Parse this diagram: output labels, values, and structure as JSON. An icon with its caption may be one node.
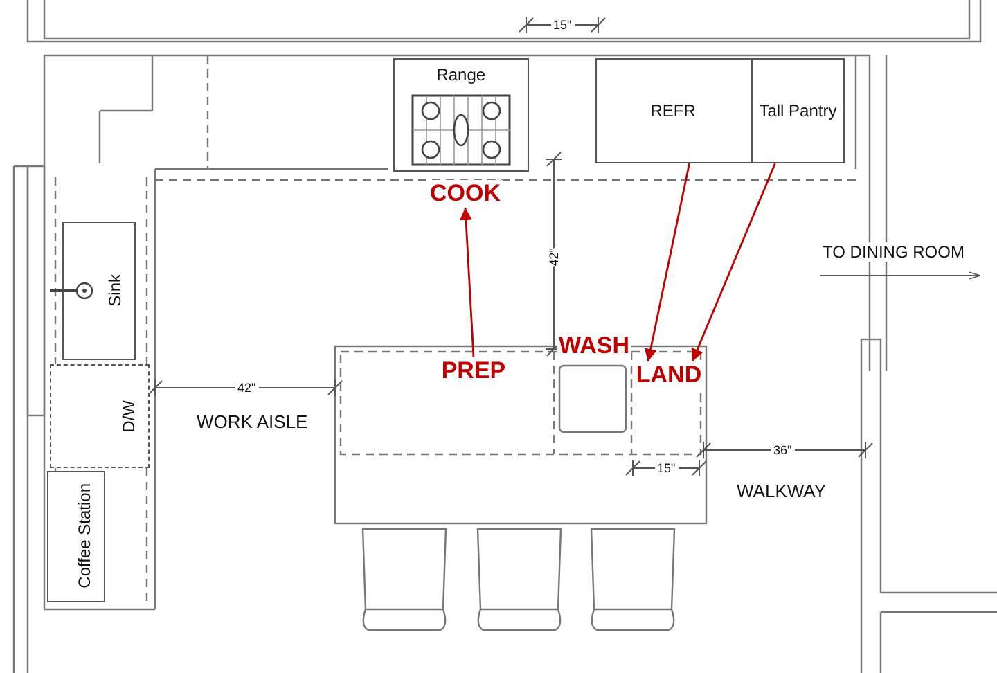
{
  "diagram": {
    "nodes": [
      {
        "text": [
          "Range"
        ]
      },
      {
        "text": [
          "REFR"
        ]
      },
      {
        "text": [
          "Tall Pantry"
        ]
      },
      {
        "text": [
          "COOK"
        ]
      },
      {
        "text": [
          "Sink"
        ]
      },
      {
        "text": [
          "WASH"
        ]
      },
      {
        "text": [
          "D/W"
        ]
      },
      {
        "text": [
          "PREP"
        ]
      },
      {
        "text": [
          "LAND"
        ]
      },
      {
        "text": [
          "Coffee Station"
        ]
      }
    ],
    "edges": [
      {
        "from": 7,
        "to": 3,
        "arrow": "to"
      },
      {
        "from": 1,
        "to": 8,
        "arrow": "to"
      },
      {
        "from": 2,
        "to": 8,
        "arrow": "to"
      }
    ],
    "labels": [
      "15\"",
      "42\"",
      "TO DINING ROOM",
      "15\"",
      "42\"",
      "WORK AISLE",
      "36\"",
      "WALKWAY"
    ]
  }
}
